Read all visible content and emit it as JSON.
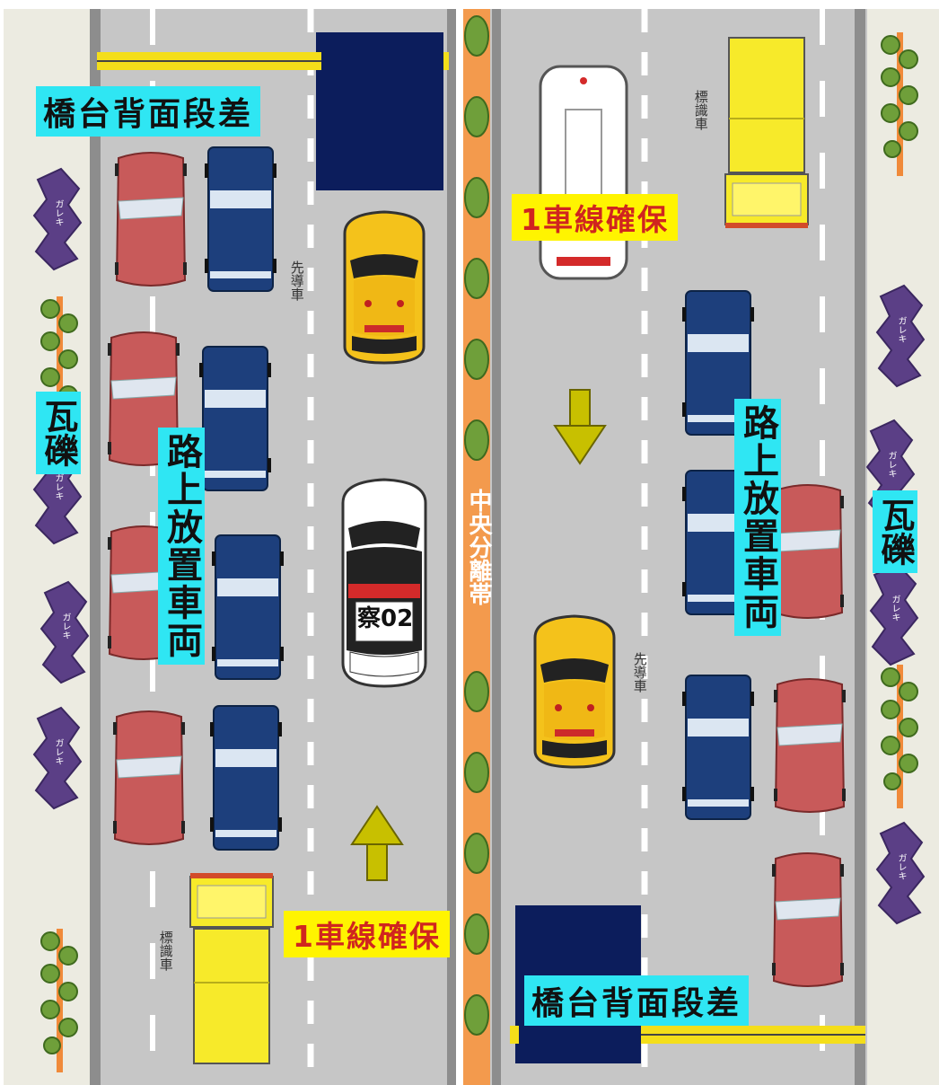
{
  "labels": {
    "abutment_step": "橋台背面段差",
    "secure_one_lane": "1車線確保",
    "rubble": "瓦礫",
    "abandoned_vehicles": "路上放置車両",
    "median": "中央分離帯",
    "lead_vehicle": "先導車",
    "sign_vehicle": "標識車",
    "rubble_mark": "ガレキ",
    "police_car_number": "察02"
  },
  "colors": {
    "road": "#c6c6c6",
    "median": "#f39a4d",
    "sidewalk": "#ecebe1",
    "label_cyan": "#2fe6f3",
    "label_yellow": "#fff400",
    "abandoned_red": "#c85a5a",
    "abandoned_blue": "#1d3f7c",
    "step_navy": "#0c1d5c",
    "arrow": "#c8c000"
  }
}
